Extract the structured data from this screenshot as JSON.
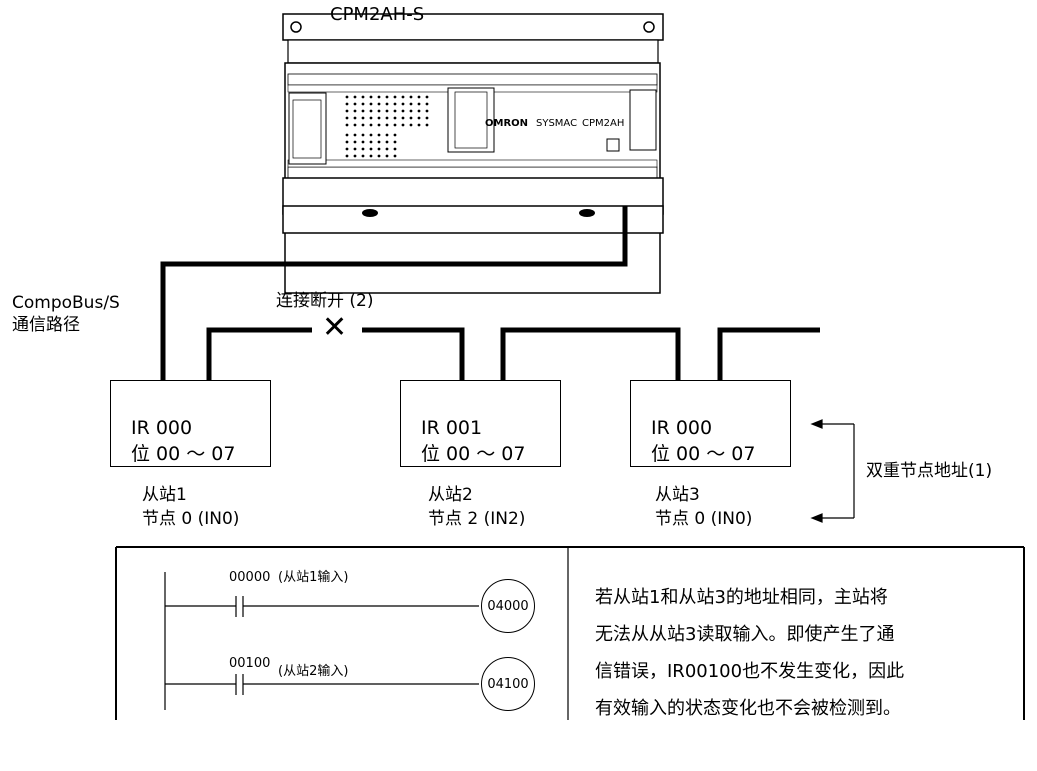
{
  "plc": {
    "model": "CPM2AH-S",
    "brand": "OMRON",
    "series": "SYSMAC",
    "device_label": "CPM2AH"
  },
  "bus": {
    "label_line1": "CompoBus/S",
    "label_line2": "通信路径",
    "break_label": "连接断开 (2)",
    "break_mark": "✕"
  },
  "slaves": [
    {
      "line1": "IR 000",
      "line2": "位 00 ～ 07",
      "caption1": "从站1",
      "caption2": "节点 0 (IN0)"
    },
    {
      "line1": "IR 001",
      "line2": "位 00 ～ 07",
      "caption1": "从站2",
      "caption2": "节点 2 (IN2)"
    },
    {
      "line1": "IR 000",
      "line2": "位 00 ～ 07",
      "caption1": "从站3",
      "caption2": "节点 0 (IN0)"
    }
  ],
  "duplicate_label": "双重节点地址(1)",
  "ladder": {
    "rung1": {
      "contact": "00000",
      "comment": "(从站1输入)",
      "coil": "04000"
    },
    "rung2": {
      "contact": "00100",
      "comment": "(从站2输入)",
      "coil": "04100"
    }
  },
  "explanation": [
    "若从站1和从站3的地址相同，主站将",
    "无法从从站3读取输入。即使产生了通",
    "信错误，IR00100也不发生变化，因此",
    "有效输入的状态变化也不会被检测到。"
  ]
}
